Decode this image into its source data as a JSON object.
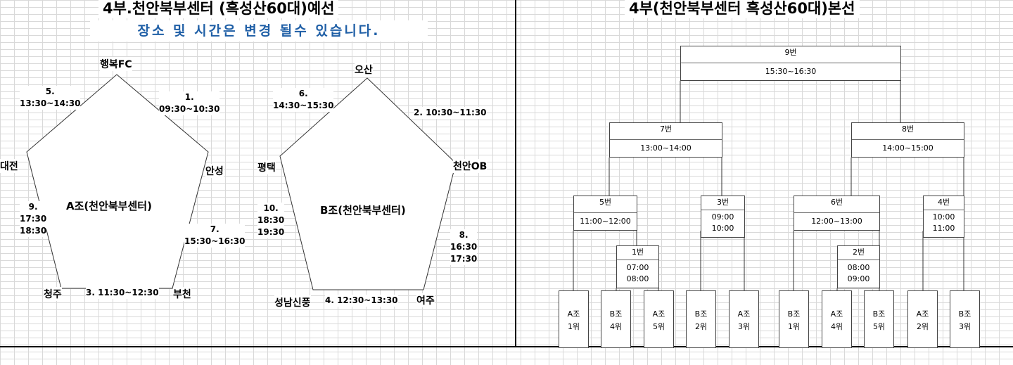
{
  "left_title": "4부.천안북부센터 (흑성산60대)예선",
  "right_title": "4부(천안북부센터 흑성산60대)본선",
  "notice": "장소 및 시간은 변경 될수 있습니다.",
  "group_a": {
    "name": "A조(천안북부센터)",
    "teams": [
      "행복FC",
      "안성",
      "부천",
      "청주",
      "대전"
    ],
    "matches": [
      {
        "num": "1.",
        "time": "09:30~10:30"
      },
      {
        "num": "3.",
        "time": "11:30~12:30"
      },
      {
        "num": "5.",
        "time": "13:30~14:30"
      },
      {
        "num": "7.",
        "time": "15:30~16:30"
      },
      {
        "num": "9.",
        "time_l1": "17:30",
        "time_l2": "18:30"
      }
    ]
  },
  "group_b": {
    "name": "B조(천안북부센터)",
    "teams": [
      "오산",
      "천안OB",
      "여주",
      "성남신풍",
      "평택"
    ],
    "matches": [
      {
        "label": "2. 10:30~11:30"
      },
      {
        "label": "4. 12:30~13:30"
      },
      {
        "num": "6.",
        "time": "14:30~15:30"
      },
      {
        "num": "8.",
        "time_l1": "16:30",
        "time_l2": "17:30"
      },
      {
        "num": "10.",
        "time_l1": "18:30",
        "time_l2": "19:30"
      }
    ]
  },
  "bracket": {
    "m9": {
      "label": "9번",
      "time": "15:30~16:30"
    },
    "m7": {
      "label": "7번",
      "time": "13:00~14:00"
    },
    "m8": {
      "label": "8번",
      "time": "14:00~15:00"
    },
    "m5": {
      "label": "5번",
      "time": "11:00~12:00"
    },
    "m3": {
      "label": "3번",
      "t1": "09:00",
      "t2": "10:00"
    },
    "m6": {
      "label": "6번",
      "time": "12:00~13:00"
    },
    "m4": {
      "label": "4번",
      "t1": "10:00",
      "t2": "11:00"
    },
    "m1": {
      "label": "1번",
      "t1": "07:00",
      "t2": "08:00"
    },
    "m2": {
      "label": "2번",
      "t1": "08:00",
      "t2": "09:00"
    },
    "slots": [
      {
        "g": "A조",
        "r": "1위"
      },
      {
        "g": "B조",
        "r": "4위"
      },
      {
        "g": "A조",
        "r": "5위"
      },
      {
        "g": "B조",
        "r": "2위"
      },
      {
        "g": "A조",
        "r": "3위"
      },
      {
        "g": "B조",
        "r": "1위"
      },
      {
        "g": "A조",
        "r": "4위"
      },
      {
        "g": "B조",
        "r": "5위"
      },
      {
        "g": "A조",
        "r": "2위"
      },
      {
        "g": "B조",
        "r": "3위"
      }
    ]
  }
}
